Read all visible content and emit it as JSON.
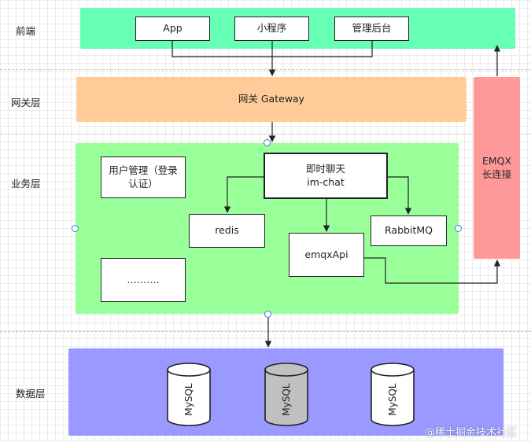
{
  "layers": {
    "frontend": "前端",
    "gateway": "网关层",
    "business": "业务层",
    "data": "数据层"
  },
  "frontend": {
    "app": "App",
    "miniprogram": "小程序",
    "admin": "管理后台"
  },
  "gateway": {
    "label": "网关 Gateway"
  },
  "business": {
    "user_mgmt": "用户管理（登录认证）",
    "im_chat_line1": "即时聊天",
    "im_chat_line2": "im-chat",
    "redis": "redis",
    "emqx_api": "emqxApi",
    "rabbitmq": "RabbitMQ",
    "more": "……….",
    "emqx_line1": "EMQX",
    "emqx_line2": "长连接"
  },
  "data": {
    "db1": "MySQL",
    "db2": "MySQL",
    "db3": "MySQL"
  },
  "watermark": "@稀土掘金技术社区",
  "colors": {
    "frontend_region": "#66ffb3",
    "gateway_region": "#ffcc99",
    "business_region": "#99ff99",
    "emqx_region": "#ff9999",
    "data_region": "#9999ff",
    "db_highlight": "#c0c0c0"
  }
}
